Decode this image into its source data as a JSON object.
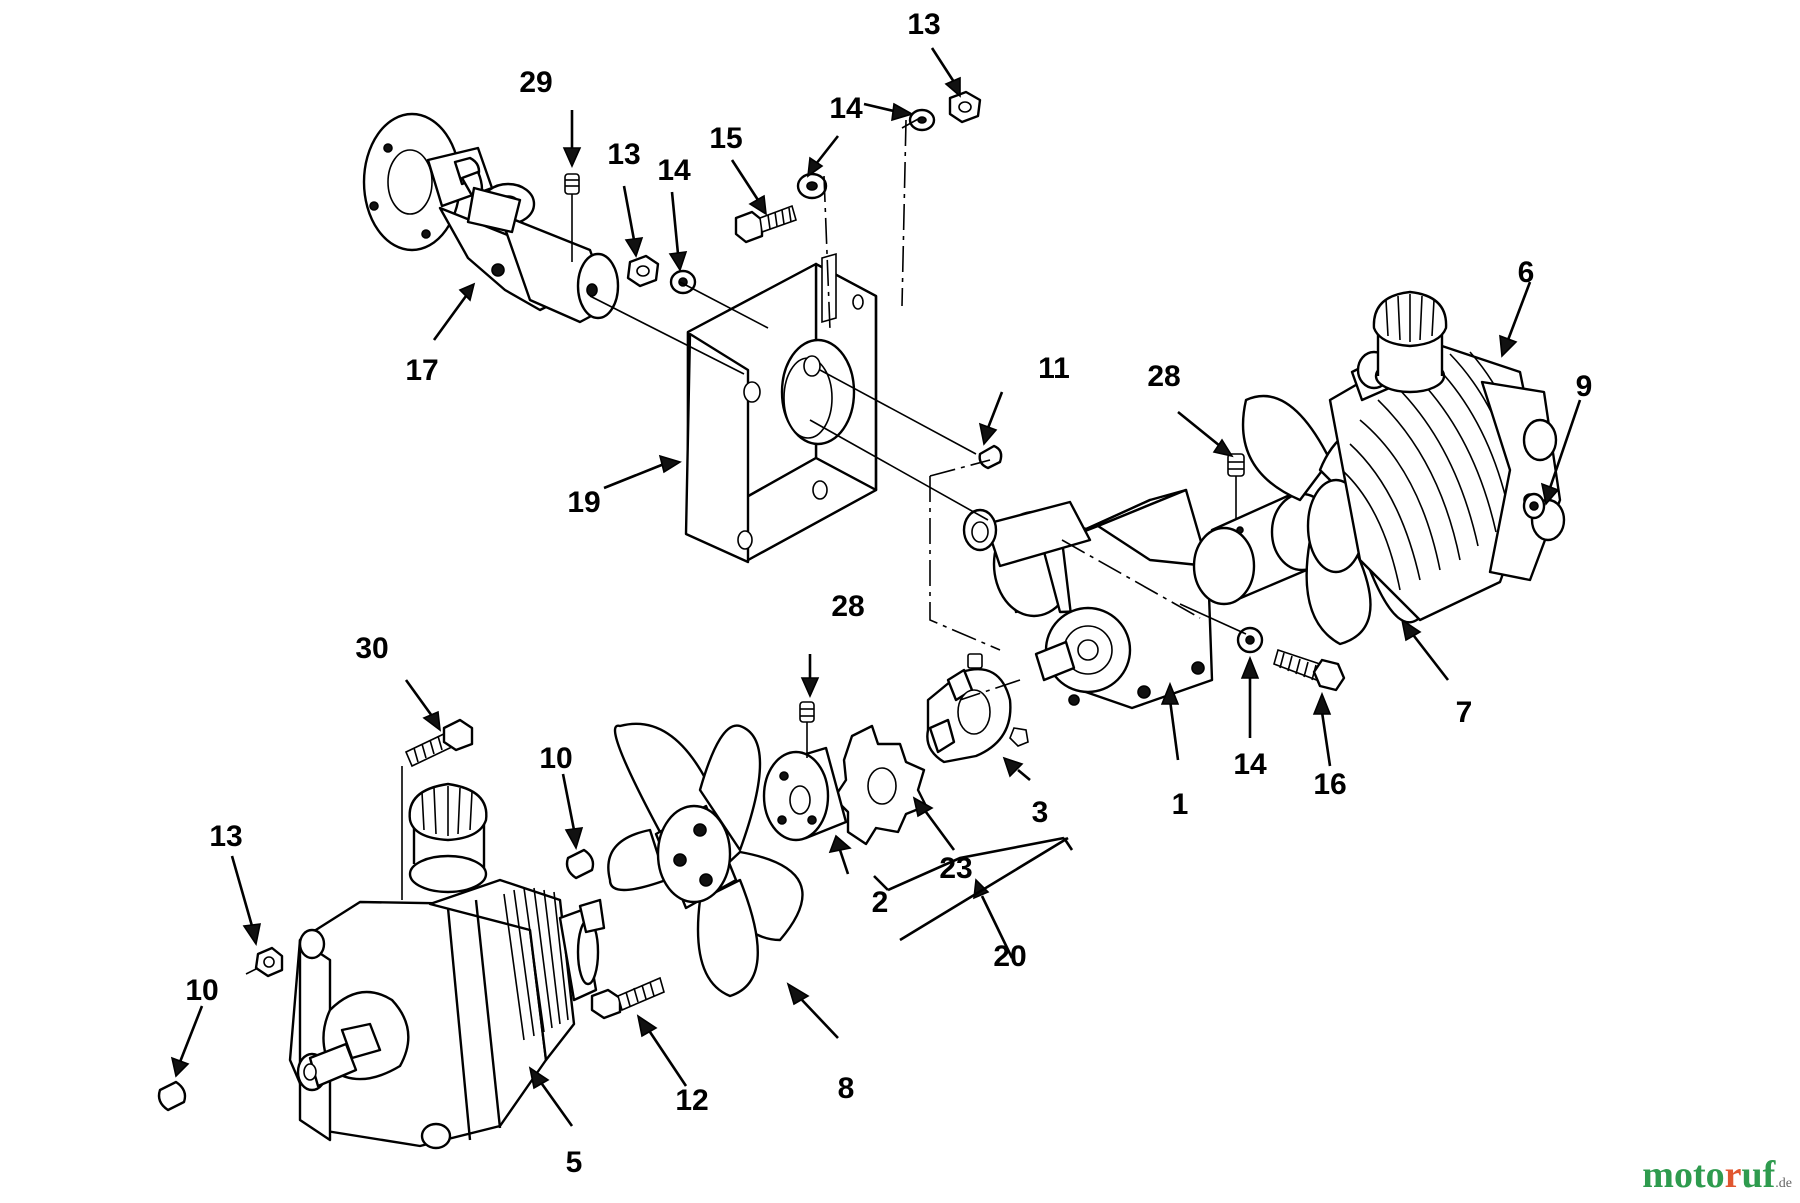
{
  "callouts": {
    "c1": "1",
    "c2": "2",
    "c3": "3",
    "c5": "5",
    "c6": "6",
    "c7": "7",
    "c8": "8",
    "c9": "9",
    "c10a": "10",
    "c10b": "10",
    "c11": "11",
    "c12": "12",
    "c13a": "13",
    "c13b": "13",
    "c13c": "13",
    "c14a": "14",
    "c14b": "14",
    "c14c": "14",
    "c15": "15",
    "c16": "16",
    "c17": "17",
    "c19": "19",
    "c20": "20",
    "c23": "23",
    "c28a": "28",
    "c28b": "28",
    "c29": "29",
    "c30": "30"
  },
  "watermark": {
    "part1": "moto",
    "part2": "r",
    "part3": "uf",
    "part4": ".de"
  },
  "colors": {
    "line": "#000000",
    "background": "#ffffff",
    "watermark_green": "#2e9b4e",
    "watermark_orange": "#e0562f"
  }
}
